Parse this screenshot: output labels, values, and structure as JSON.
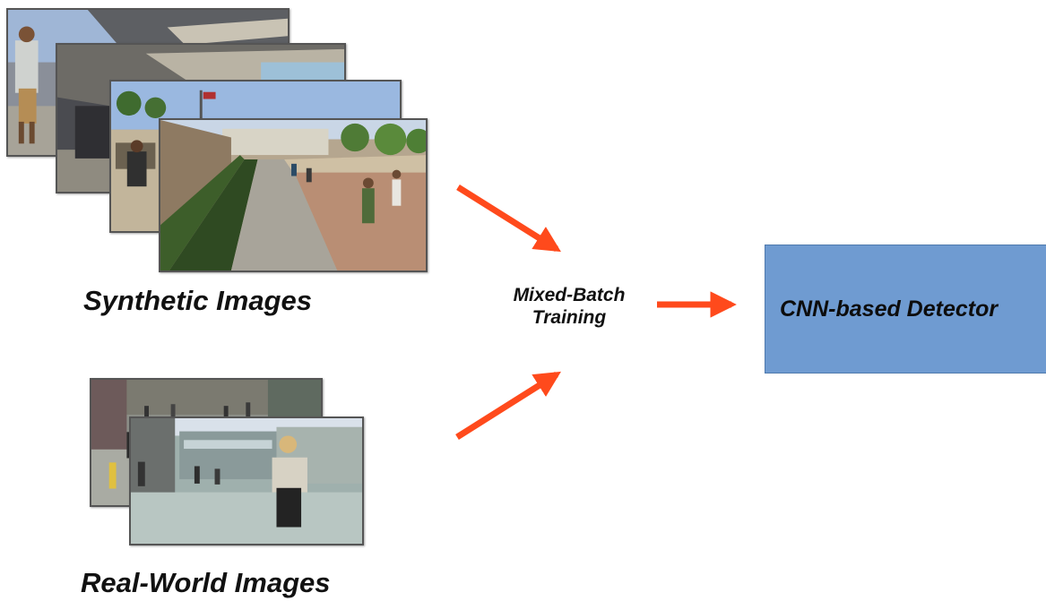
{
  "diagram": {
    "synthetic_group": {
      "label": "Synthetic Images",
      "image_count": 4
    },
    "real_group": {
      "label": "Real-World Images",
      "image_count": 2
    },
    "training": {
      "line1": "Mixed-Batch",
      "line2": "Training"
    },
    "detector": {
      "label": "CNN-based Detector"
    },
    "colors": {
      "arrow": "#ff4a1c",
      "detector_fill": "#6f9bd1",
      "detector_border": "#4e79ad",
      "frame": "#555555"
    }
  }
}
